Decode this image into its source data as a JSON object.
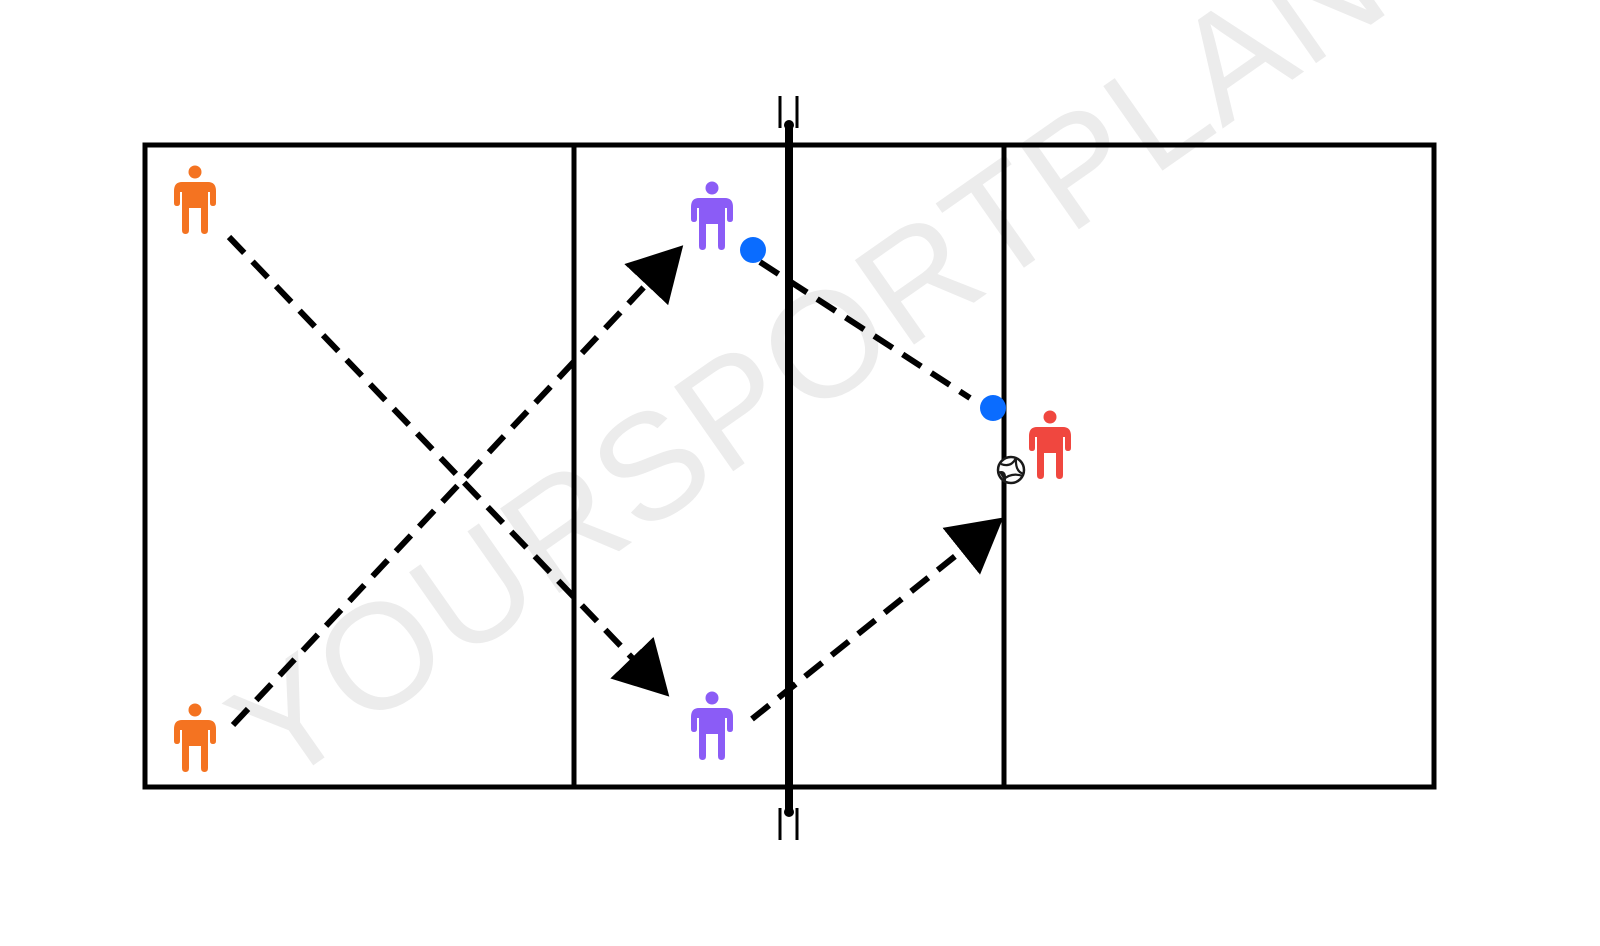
{
  "watermark": {
    "text": "YOURSPORTPLANNER",
    "color": "#ececec"
  },
  "colors": {
    "lines": "#000000",
    "orange_player": "#f47321",
    "purple_player": "#8b5cf6",
    "red_player": "#f0473f",
    "cone": "#0a6cff",
    "ball": "#1a1a1a"
  },
  "players": [
    {
      "id": "orange-top-left",
      "team": "orange",
      "icon": "person-icon"
    },
    {
      "id": "orange-bottom-left",
      "team": "orange",
      "icon": "person-icon"
    },
    {
      "id": "purple-top-center",
      "team": "purple",
      "icon": "person-icon"
    },
    {
      "id": "purple-bottom-center",
      "team": "purple",
      "icon": "person-icon"
    },
    {
      "id": "red-right",
      "team": "red",
      "icon": "person-icon"
    }
  ],
  "markers": [
    {
      "id": "cone-upper",
      "icon": "cone-icon"
    },
    {
      "id": "cone-lower",
      "icon": "cone-icon"
    },
    {
      "id": "ball",
      "icon": "volleyball-icon"
    }
  ],
  "paths": [
    {
      "id": "run-orange-top-to-purple-bottom",
      "style": "dashed",
      "arrow": true
    },
    {
      "id": "run-orange-bottom-to-purple-top",
      "style": "dashed",
      "arrow": true
    },
    {
      "id": "run-purple-bottom-to-red",
      "style": "dashed",
      "arrow": true
    },
    {
      "id": "pass-cone-upper-to-cone-lower",
      "style": "dashed",
      "arrow": false
    }
  ]
}
